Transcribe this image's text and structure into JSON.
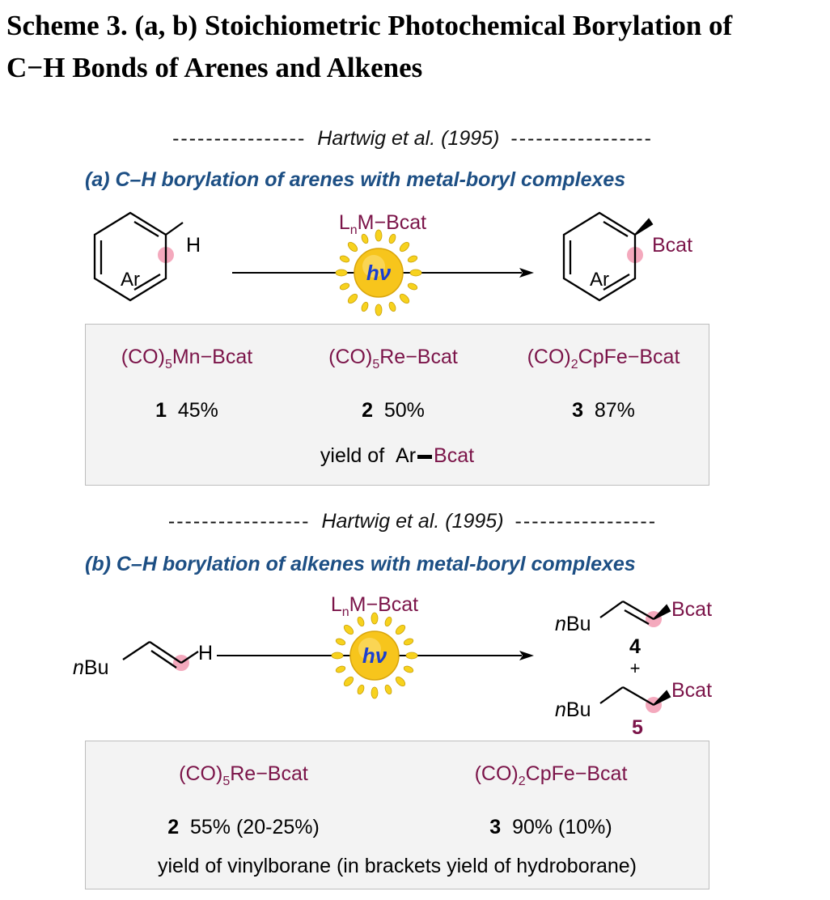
{
  "title": {
    "line1": "Scheme 3. (a, b) Stoichiometric Photochemical Borylation of",
    "line2": "C−H Bonds of Arenes and Alkenes"
  },
  "section_a": {
    "divider_citation": "Hartwig et al. (1995)",
    "heading": "(a) C–H borylation of arenes with metal-boryl complexes",
    "reagent": {
      "L": "L",
      "n": "n",
      "rest": "M−Bcat"
    },
    "photo_label": "hν",
    "substrate": {
      "ring_label": "Ar",
      "atom": "H"
    },
    "product": {
      "ring_label": "Ar",
      "group": "Bcat"
    },
    "complexes": [
      {
        "pre": "(CO)",
        "sub": "5",
        "post": "Mn−Bcat",
        "number": "1",
        "yield": "45%"
      },
      {
        "pre": "(CO)",
        "sub": "5",
        "post": "Re−Bcat",
        "number": "2",
        "yield": "50%"
      },
      {
        "pre": "(CO)",
        "sub": "2",
        "post": "CpFe−Bcat",
        "number": "3",
        "yield": "87%"
      }
    ],
    "yield_caption": {
      "text": "yield of",
      "ar": "Ar",
      "bcat": "Bcat"
    }
  },
  "section_b": {
    "divider_citation": "Hartwig et al. (1995)",
    "heading": "(b) C–H borylation of alkenes with metal-boryl complexes",
    "reagent": {
      "L": "L",
      "n": "n",
      "rest": "M−Bcat"
    },
    "photo_label": "hν",
    "substrate": {
      "n": "n",
      "bu": "Bu",
      "atom": "H"
    },
    "product4": {
      "n": "n",
      "bu": "Bu",
      "group": "Bcat",
      "number": "4"
    },
    "plus": "+",
    "product5": {
      "n": "n",
      "bu": "Bu",
      "group": "Bcat",
      "number": "5"
    },
    "complexes": [
      {
        "pre": "(CO)",
        "sub": "5",
        "post": "Re−Bcat",
        "number": "2",
        "yield": "55% (20-25%)"
      },
      {
        "pre": "(CO)",
        "sub": "2",
        "post": "CpFe−Bcat",
        "number": "3",
        "yield": "90% (10%)"
      }
    ],
    "yield_caption": "yield of vinylborane (in brackets yield of hydroborane)"
  },
  "colors": {
    "reagent": "#7b1449",
    "heading": "#1d4f84",
    "highlight": "#f4a9bd",
    "sun_core": "#f7c51c",
    "sun_rays": "#f7d21e",
    "hv_text": "#1a3fd0",
    "box_bg": "#f3f3f3"
  }
}
